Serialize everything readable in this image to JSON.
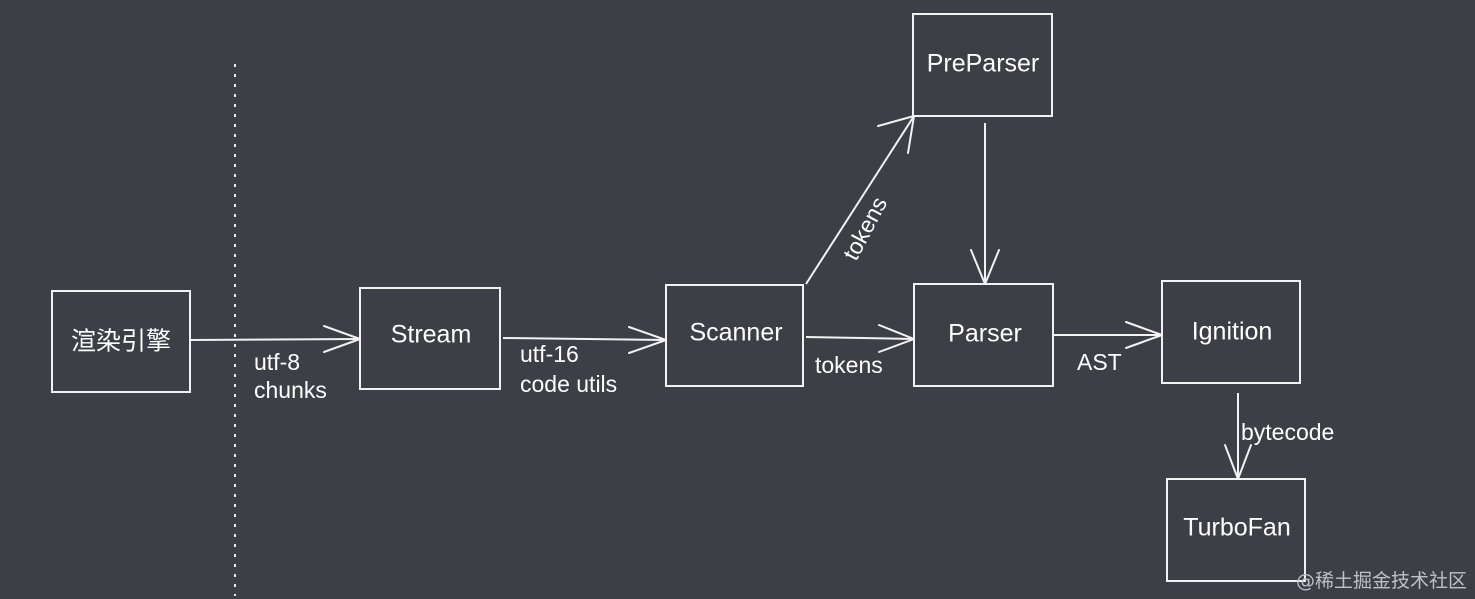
{
  "nodes": {
    "render_engine": "渲染引擎",
    "stream": "Stream",
    "scanner": "Scanner",
    "preparser": "PreParser",
    "parser": "Parser",
    "ignition": "Ignition",
    "turbofan": "TurboFan"
  },
  "edges": {
    "engine_to_stream": [
      "utf-8",
      "chunks"
    ],
    "stream_to_scanner": [
      "utf-16",
      "code utils"
    ],
    "scanner_to_preparser": "tokens",
    "scanner_to_parser": "tokens",
    "parser_to_ignition": "AST",
    "ignition_to_turbofan": "bytecode"
  },
  "watermark": "@稀土掘金技术社区"
}
